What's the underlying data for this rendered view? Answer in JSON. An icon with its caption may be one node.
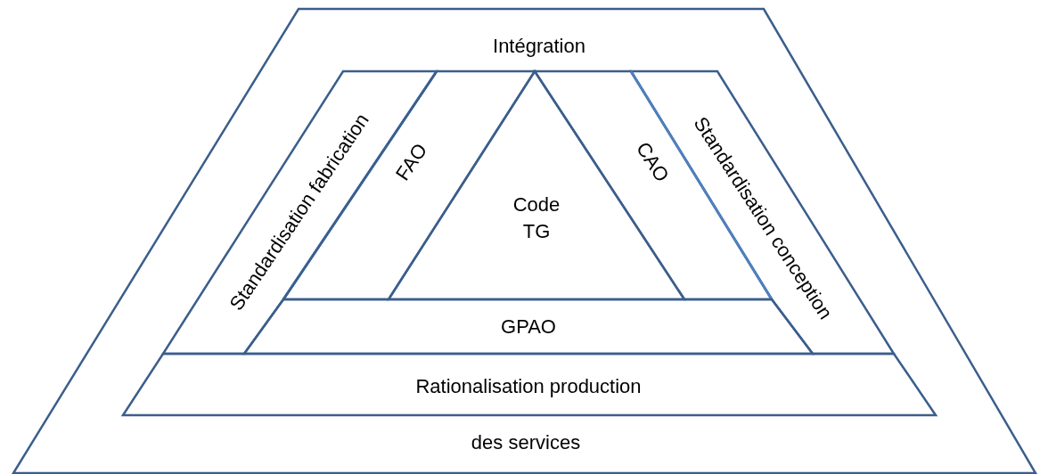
{
  "diagram": {
    "nodes": [
      {
        "text": [
          "Intégration",
          "des services"
        ]
      },
      {
        "text": [
          "Rationalisation production"
        ],
        "in": 0
      },
      {
        "text": [
          "Standardisation fabrication"
        ],
        "in": 0
      },
      {
        "text": [
          "FAO"
        ],
        "in": 0
      },
      {
        "text": [
          "Code TG"
        ],
        "in": 0
      },
      {
        "text": [
          "CAO"
        ],
        "in": 0
      },
      {
        "text": [
          "Standardisation conception"
        ],
        "in": 0
      },
      {
        "text": [
          "GPAO"
        ],
        "in": 0
      }
    ]
  }
}
